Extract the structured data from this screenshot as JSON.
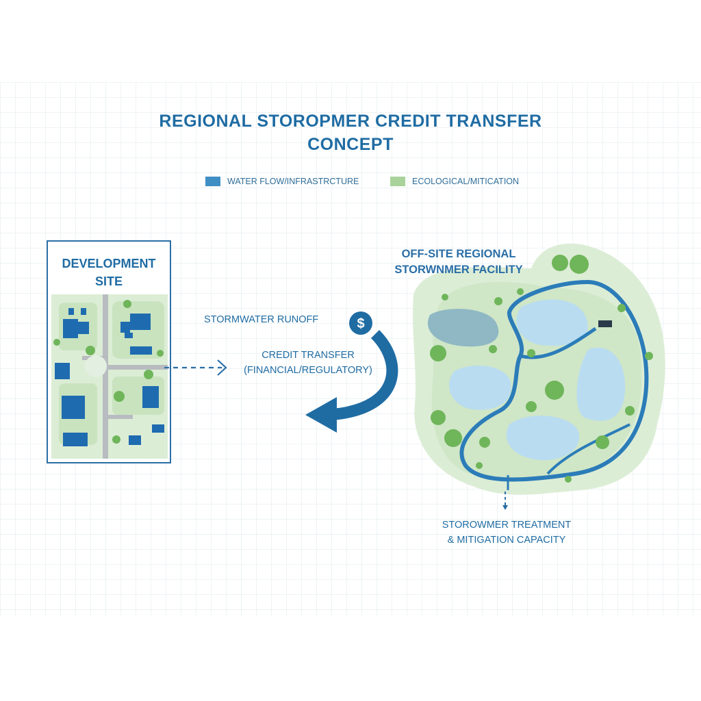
{
  "title": {
    "line1": "REGIONAL STOROPMER CREDIT TRANSFER",
    "line2": "CONCEPT"
  },
  "legend": [
    {
      "label": "WATER FLOW/INFRASTRCTURE",
      "color": "#3f8fc4"
    },
    {
      "label": "ECOLOGICAL/MITICATION",
      "color": "#a9d39a"
    }
  ],
  "development_site": {
    "line1": "DEVELOPMENT",
    "line2": "SITE"
  },
  "runoff_label": "STORMWATER RUNOFF",
  "credit_transfer": {
    "line1": "CREDIT TRANSFER",
    "line2": "(FINANCIAL/REGULATORY)"
  },
  "currency_icon_symbol": "$",
  "facility": {
    "line1": "OFF-SITE REGIONAL",
    "line2": "STORWNMER FACILITY"
  },
  "capacity": {
    "line1": "STOROWMER TREATMENT",
    "line2": "& MITIGATION CAPACITY"
  },
  "colors": {
    "primary_blue": "#1f6ca3",
    "water": "#2b7cb8",
    "pond": "#b9dcf1",
    "green_light": "#dcedd6",
    "green_mid": "#a9d39a",
    "green_dark": "#6fb55a",
    "building": "#1e6bb0",
    "road": "#b8bcc0"
  }
}
